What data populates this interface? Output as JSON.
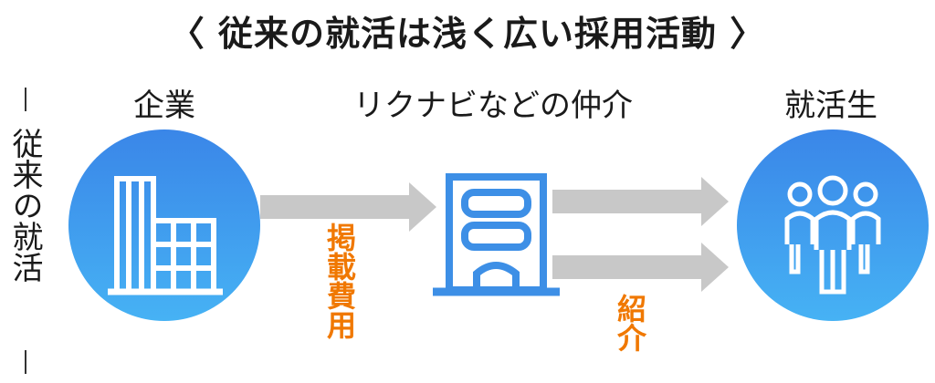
{
  "title": "〈 従来の就活は浅く広い採用活動 〉",
  "side_label": "従来の就活",
  "nodes": {
    "company": "企業",
    "agency": "リクナビなどの仲介",
    "students": "就活生"
  },
  "edges": {
    "listing_fee": "掲載費用",
    "introduction": "紹介"
  },
  "colors": {
    "circle_top": "#3a86e8",
    "circle_bottom": "#46b2f4",
    "arrow": "#c8c8c8",
    "agency_icon": "#3d8fe6",
    "fee_text": "#f07800"
  }
}
